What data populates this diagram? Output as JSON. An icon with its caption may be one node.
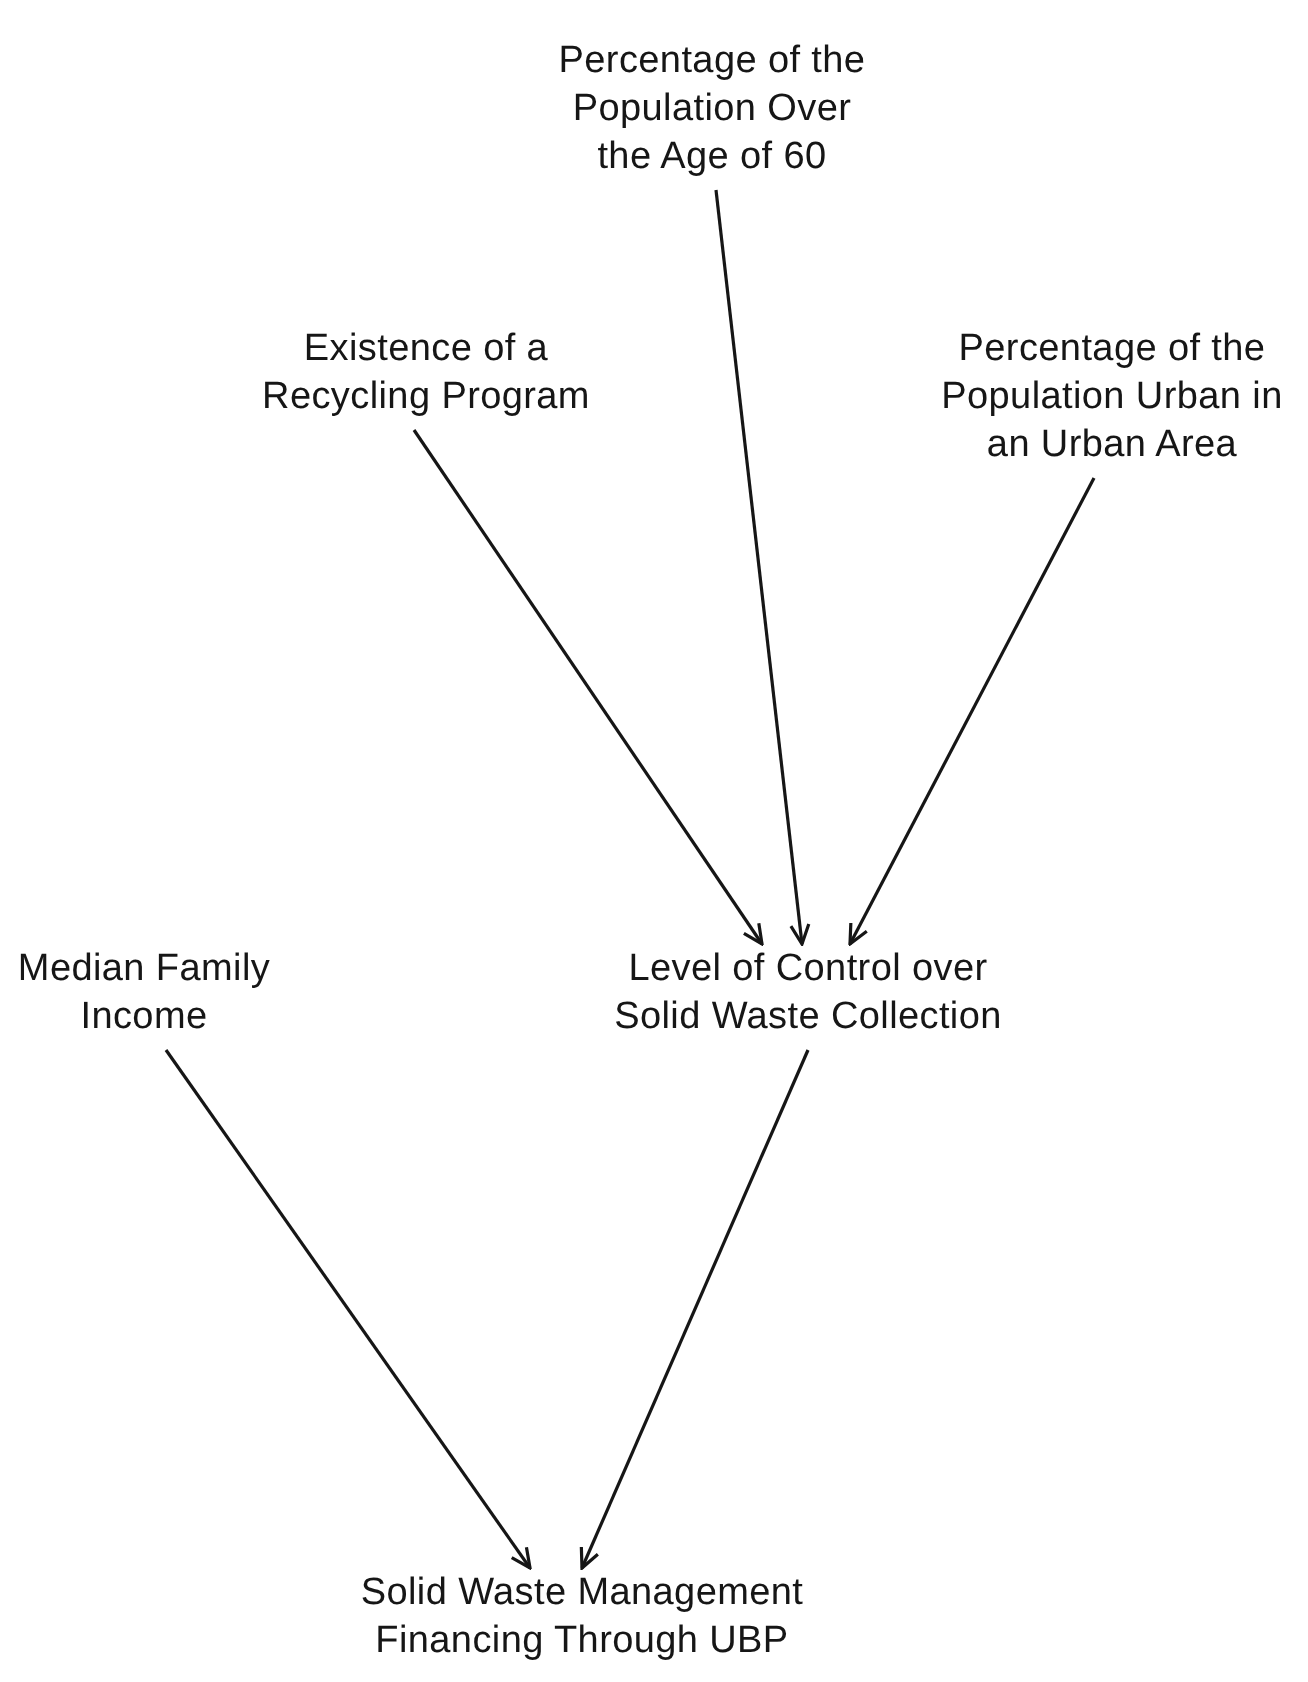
{
  "diagram": {
    "nodes": [
      {
        "text": [
          "Percentage of the Population Over the Age of 60"
        ]
      },
      {
        "text": [
          "Existence of a Recycling Program"
        ]
      },
      {
        "text": [
          "Percentage of the Population Urban in an Urban Area"
        ]
      },
      {
        "text": [
          "Median Family Income"
        ]
      },
      {
        "text": [
          "Level of Control over Solid Waste Collection"
        ]
      },
      {
        "text": [
          "Solid Waste Management Financing Through UBP"
        ]
      }
    ],
    "edges": [
      {
        "from": 1,
        "to": 4,
        "arrow": "to"
      },
      {
        "from": 0,
        "to": 4,
        "arrow": "to"
      },
      {
        "from": 2,
        "to": 4,
        "arrow": "to"
      },
      {
        "from": 3,
        "to": 5,
        "arrow": "to"
      },
      {
        "from": 4,
        "to": 5,
        "arrow": "to"
      }
    ]
  }
}
